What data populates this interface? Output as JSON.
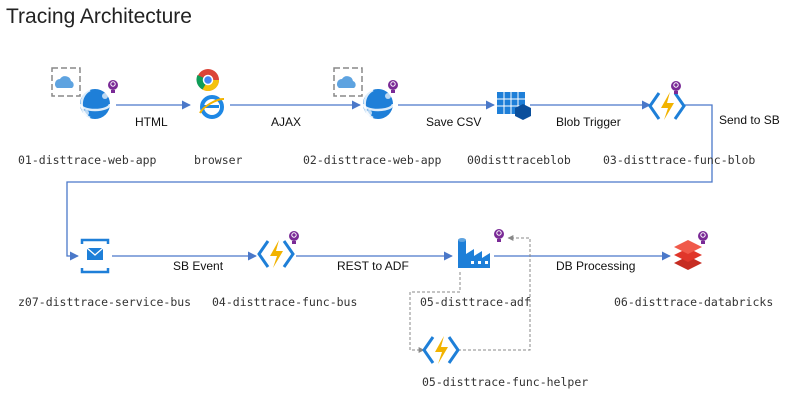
{
  "title": "Tracing Architecture",
  "nodes": {
    "web_app_1": {
      "label": "01-disttrace-web-app",
      "icon": "app-service-globe-icon"
    },
    "browser": {
      "label": "browser",
      "icon": "browser-icon"
    },
    "web_app_2": {
      "label": "02-disttrace-web-app",
      "icon": "app-service-globe-icon"
    },
    "blob": {
      "label": "00disttraceblob",
      "icon": "blob-storage-icon"
    },
    "func_blob": {
      "label": "03-disttrace-func-blob",
      "icon": "function-bolt-icon"
    },
    "service_bus": {
      "label": "z07-disttrace-service-bus",
      "icon": "service-bus-icon"
    },
    "func_bus": {
      "label": "04-disttrace-func-bus",
      "icon": "function-bolt-icon"
    },
    "adf": {
      "label": "05-disttrace-adf",
      "icon": "data-factory-icon"
    },
    "databricks": {
      "label": "06-disttrace-databricks",
      "icon": "databricks-icon"
    },
    "func_helper": {
      "label": "05-disttrace-func-helper",
      "icon": "function-bolt-icon"
    }
  },
  "edges": {
    "html": "HTML",
    "ajax": "AJAX",
    "save_csv": "Save CSV",
    "blob_trigger": "Blob Trigger",
    "send_to_sb": "Send to SB",
    "sb_event": "SB Event",
    "rest_to_adf": "REST to ADF",
    "db_processing": "DB Processing"
  },
  "colors": {
    "edge": "#4a78c9",
    "helper_edge": "#888888",
    "insights_purple": "#7a2a96",
    "azure_blue": "#1e7fd8",
    "bolt_yellow": "#f2b300",
    "databricks_red": "#e0362a"
  }
}
